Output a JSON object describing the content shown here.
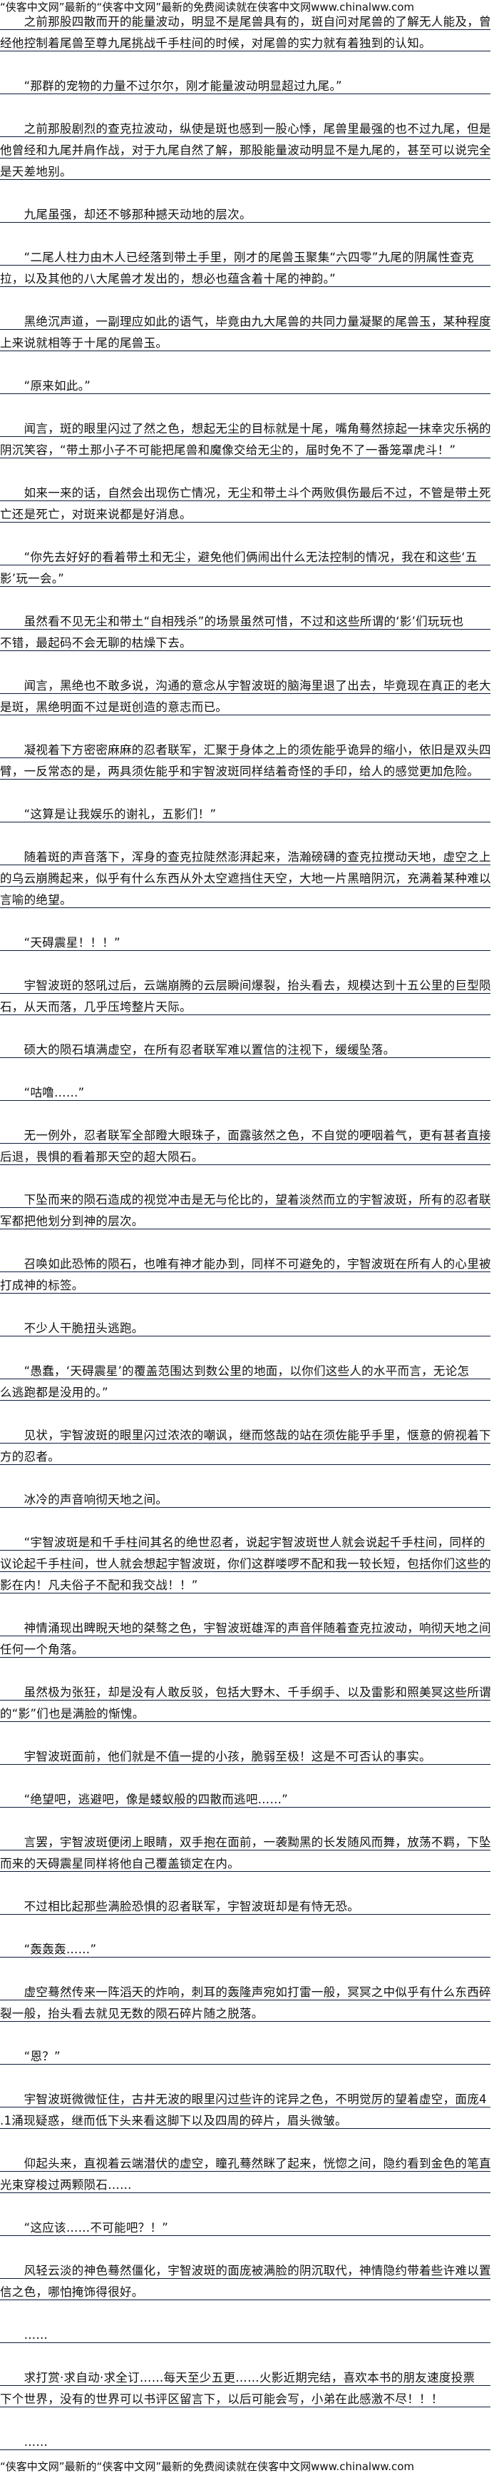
{
  "banner": "“侠客中文网”最新的“侠客中文网”最新的免费阅读就在侠客中文网www.chinalww.com",
  "paragraphs": [
    [
      "　　之前那股四散而开的能量波动，明显不是尾兽具有的，斑自问对尾兽的了解无人能及，曾",
      "经他控制着尾兽至尊九尾挑战千手柱间的时候，对尾兽的实力就有着独到的认知。"
    ],
    [
      "　　“那群的宠物的力量不过尔尔，刚才能量波动明显超过九尾。”"
    ],
    [
      "　　之前那股剧烈的查克拉波动，纵使是斑也感到一股心悸，尾兽里最强的也不过九尾，但是",
      "他曾经和九尾并肩作战，对于九尾自然了解，那股能量波动明显不是九尾的，甚至可以说完全",
      "是天差地别。"
    ],
    [
      "　　九尾虽强，却还不够那种撼天动地的层次。"
    ],
    [
      "　　“二尾人柱力由木人已经落到带土手里，刚才的尾兽玉聚集“六四零”九尾的阴属性查克",
      "拉，以及其他的八大尾兽才发出的，想必也蕴含着十尾的神韵。”"
    ],
    [
      "　　黑绝沉声道，一副理应如此的语气，毕竟由九大尾兽的共同力量凝聚的尾兽玉，某种程度",
      "上来说就相等于十尾的尾兽玉。"
    ],
    [
      "　　“原来如此。”"
    ],
    [
      "　　闻言，斑的眼里闪过了然之色，想起无尘的目标就是十尾，嘴角蓦然掠起一抹幸灾乐祸的",
      "阴沉笑容，“带土那小子不可能把尾兽和魔像交给无尘的，届时免不了一番笼罩虎斗！”"
    ],
    [
      "　　如来一来的话，自然会出现伤亡情况，无尘和带土斗个两败俱伤最后不过，不管是带土死",
      "亡还是死亡，对斑来说都是好消息。"
    ],
    [
      "　　“你先去好好的看着带土和无尘，避免他们俩闹出什么无法控制的情况，我在和这些‘五",
      "影’玩一会。”"
    ],
    [
      "　　虽然看不见无尘和带土“自相残杀”的场景虽然可惜，不过和这些所谓的‘影’们玩玩也",
      "不错，最起码不会无聊的枯燥下去。"
    ],
    [
      "　　闻言，黑绝也不敢多说，沟通的意念从宇智波斑的脑海里退了出去，毕竟现在真正的老大",
      "是斑，黑绝明面不过是斑创造的意志而已。"
    ],
    [
      "　　凝视着下方密密麻麻的忍者联军，汇聚于身体之上的须佐能乎诡异的缩小，依旧是双头四",
      "臂，一反常态的是，两具须佐能乎和宇智波斑同样结着奇怪的手印，给人的感觉更加危险。"
    ],
    [
      "　　“这算是让我娱乐的谢礼，五影们！”"
    ],
    [
      "　　随着斑的声音落下，浑身的查克拉陡然澎湃起来，浩瀚磅礴的查克拉搅动天地，虚空之上",
      "的乌云崩腾起来，似乎有什么东西从外太空遮挡住天空，大地一片黑暗阴沉，充满着某种难以",
      "言喻的绝望。"
    ],
    [
      "　　“天碍震星！！！”"
    ],
    [
      "　　宇智波斑的怒吼过后，云端崩腾的云层瞬间爆裂，抬头看去，规模达到十五公里的巨型陨",
      "石，从天而落，几乎压垮整片天际。"
    ],
    [
      "　　硕大的陨石填满虚空，在所有忍者联军难以置信的注视下，缓缓坠落。"
    ],
    [
      "　　“咕噜……”"
    ],
    [
      "　　无一例外，忍者联军全部瞪大眼珠子，面露骇然之色，不自觉的哽咽着气，更有甚者直接",
      "后退，畏惧的看着那天空的超大陨石。"
    ],
    [
      "　　下坠而来的陨石造成的视觉冲击是无与伦比的，望着淡然而立的宇智波斑，所有的忍者联",
      "军都把他划分到神的层次。"
    ],
    [
      "　　召唤如此恐怖的陨石，也唯有神才能办到，同样不可避免的，宇智波斑在所有人的心里被",
      "打成神的标签。"
    ],
    [
      "　　不少人干脆扭头逃跑。"
    ],
    [
      "　　“愚蠢，‘天碍震星’的覆盖范围达到数公里的地面，以你们这些人的水平而言，无论怎",
      "么逃跑都是没用的。”"
    ],
    [
      "　　见状，宇智波斑的眼里闪过浓浓的嘲讽，继而悠哉的站在须佐能乎手里，惬意的俯视着下",
      "方的忍者。"
    ],
    [
      "　　冰冷的声音响彻天地之间。"
    ],
    [
      "　　“宇智波斑是和千手柱间其名的绝世忍者，说起宇智波斑世人就会说起千手柱间，同样的",
      "议论起千手柱间，世人就会想起宇智波斑，你们这群喽啰不配和我一较长短，包括你们这些的",
      "影在内！凡夫俗子不配和我交战！！”"
    ],
    [
      "　　神情涌现出睥睨天地的桀骜之色，宇智波斑雄浑的声音伴随着查克拉波动，响彻天地之间",
      "任何一个角落。"
    ],
    [
      "　　虽然极为张狂，却是没有人敢反驳，包括大野木、千手纲手、以及雷影和照美冥这些所谓",
      "的“影”们也是满脸的惭愧。"
    ],
    [
      "　　宇智波斑面前，他们就是不值一提的小孩，脆弱至极！这是不可否认的事实。"
    ],
    [
      "　　“绝望吧，逃避吧，像是蝼蚁般的四散而逃吧……”"
    ],
    [
      "　　言罢，宇智波斑便闭上眼睛，双手抱在面前，一袭黝黑的长发随风而舞，放荡不羁，下坠",
      "而来的天碍震星同样将他自己覆盖锁定在内。"
    ],
    [
      "　　不过相比起那些满脸恐惧的忍者联军，宇智波斑却是有恃无恐。"
    ],
    [
      "　　“轰轰轰……”"
    ],
    [
      "　　虚空蓦然传来一阵滔天的炸响，刺耳的轰隆声宛如打雷一般，冥冥之中似乎有什么东西碎",
      "裂一般，抬头看去就见无数的陨石碎片随之脱落。"
    ],
    [
      "　　“恩？”"
    ],
    [
      "　　宇智波斑微微怔住，古井无波的眼里闪过些许的诧异之色，不明觉厉的望着虚空，面庞4",
      ".1涌现疑惑，继而低下头来看这脚下以及四周的碎片，眉头微皱。"
    ],
    [
      "　　仰起头来，直视着云端潜伏的虚空，瞳孔蓦然眯了起来，恍惚之间，隐约看到金色的笔直",
      "光束穿梭过两颗陨石……"
    ],
    [
      "　　“这应该……不可能吧？！”"
    ],
    [
      "　　风轻云淡的神色蓦然僵化，宇智波斑的面庞被满脸的阴沉取代，神情隐约带着些许难以置",
      "信之色，哪怕掩饰得很好。"
    ],
    [
      "　　……"
    ],
    [
      "　　求打赏·求自动·求全订……每天至少五更……火影近期完结，喜欢本书的朋友速度投票",
      "下个世界，没有的世界可以书评区留言下，以后可能会写，小弟在此感激不尽！！！"
    ],
    [
      "　　……"
    ]
  ]
}
